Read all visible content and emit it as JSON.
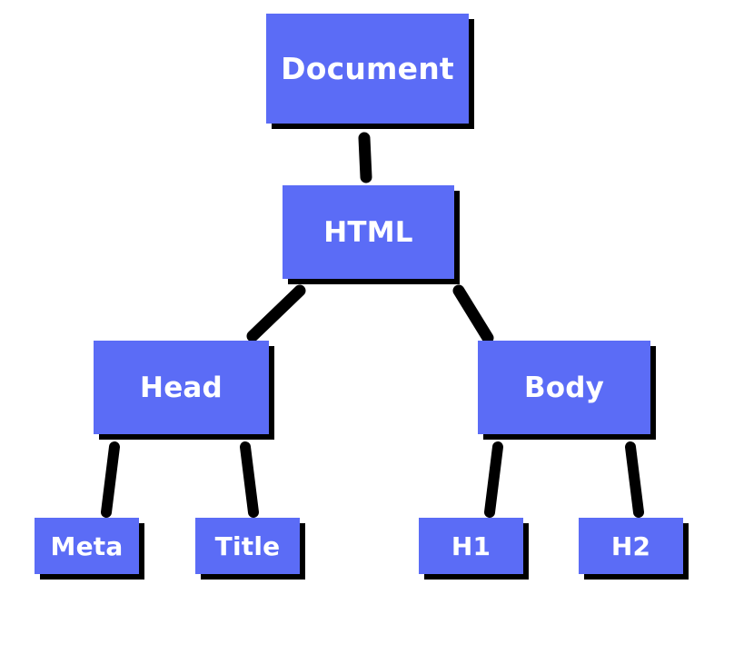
{
  "diagram": {
    "colors": {
      "node_fill": "#5b6cf6",
      "node_text": "#ffffff",
      "shadow": "#000000",
      "connector": "#000000",
      "background": "#ffffff"
    },
    "nodes": {
      "document": "Document",
      "html": "HTML",
      "head": "Head",
      "body": "Body",
      "meta": "Meta",
      "title": "Title",
      "h1": "H1",
      "h2": "H2"
    },
    "edges": [
      [
        "document",
        "html"
      ],
      [
        "html",
        "head"
      ],
      [
        "html",
        "body"
      ],
      [
        "head",
        "meta"
      ],
      [
        "head",
        "title"
      ],
      [
        "body",
        "h1"
      ],
      [
        "body",
        "h2"
      ]
    ]
  }
}
